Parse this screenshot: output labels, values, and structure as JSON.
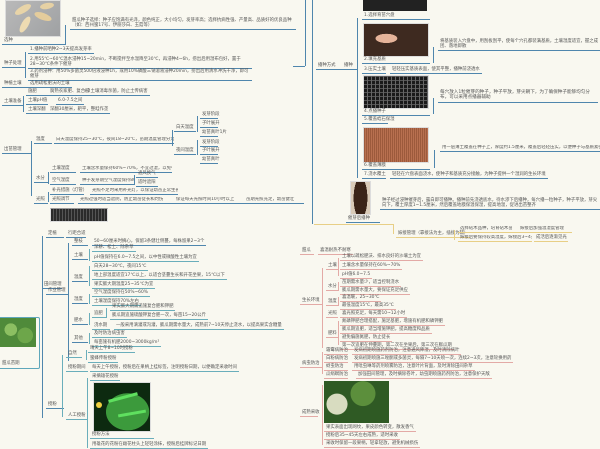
{
  "seed": {
    "label": "选种",
    "text": "甜瓜种子选择：种子应饱满有光泽，颜色纯正，大小均匀，发芽率高；选择抗病性强、产量高、品质好的优良品种（如：西州蜜17号、伊丽莎白、玉菇等）"
  },
  "treatment": {
    "label": "种子处理",
    "items": [
      "1.播种前晒种2~3天提高发芽率",
      "2.用55℃~60℃温水浸种15~20min，不断搅拌至水温降至30℃，再浸种4~6h，捞出后用湿布包好，置于28~30℃条件下催芽",
      "3.药剂浸种：用50%多菌灵500倍液浸种1h，或用10%磷酸三钠溶液浸种20min，捞出后用清水冲洗干净，即可催芽"
    ]
  },
  "soil_type": {
    "label": "种植土壤",
    "text": "选用疏松肥沃的土壤"
  },
  "soil_prep": {
    "label": "土壤准备",
    "rows": [
      {
        "k": "施肥",
        "v": "腐熟农家肥、复合肥",
        "x": "+2土壤消毒杀菌，防止土传病害"
      },
      {
        "k": "土壤pH值",
        "v": "6.0-7.5之间"
      },
      {
        "k": "土壤深翻",
        "v": "深翻30厘米，耙平，整畦作垄"
      }
    ]
  },
  "seedling": {
    "label": "出苗管理",
    "temp": {
      "label": "温度",
      "text": "白天温度保持25~30℃，夜间18~20℃，苗期温度管理分为以下阶段",
      "groups": [
        {
          "label": "白天温度",
          "items": [
            "发芽阶段",
            "子叶展开",
            "幼苗真叶1片"
          ]
        },
        {
          "label": "夜间温度",
          "items": [
            "发芽阶段",
            "子叶展开",
            "幼苗真叶"
          ]
        }
      ]
    },
    "water": {
      "label": "水分",
      "rows": [
        {
          "k": "土壤湿度",
          "v": "土壤含水量保持60%~70%，不宜过湿，以免引起烂种"
        },
        {
          "k": "空气湿度",
          "v": "种子发芽期空气湿度保持80%以上"
        }
      ],
      "subs": [
        "通风换气",
        "适时遮阳"
      ]
    },
    "light": {
      "label": "光照",
      "rows": [
        {
          "k": "补光措施（灯管）",
          "v": "光照不足时采用补光灯，以保证幼苗正常生长发育"
        },
        {
          "k": "光照调节",
          "v": "光照过强时适当遮阴，防止幼苗徒长和灼伤",
          "x": "保证每天光照时间10小时以上",
          "z": "苗期光照充足，幼苗健壮"
        }
      ]
    }
  },
  "field": {
    "label": "田间管理",
    "planting": {
      "k": "定植",
      "v": "行距合适"
    },
    "work": {
      "label": "作业管理",
      "prune": {
        "k": "整枝",
        "v": "50~60厘米时摘心，保留3条健壮侧蔓，每株留果2~3个"
      },
      "soil": {
        "k": "土壤",
        "items": [
          "深耕、松土、除杂草",
          "pH值保持在6.0~7.5之间，以中性或微酸性土壤为宜"
        ]
      },
      "temp": {
        "k": "温度",
        "items": [
          "白天28~30℃，夜间15℃",
          "地上部温度适宜17℃以上，以适合茎蔓生长和开花坐果，15℃以下",
          "果实膨大期温度25~35℃为宜"
        ]
      },
      "humid": {
        "k": "湿度",
        "items": [
          "空气湿度保持在50%~60%",
          "土壤湿度保持70%左右"
        ]
      },
      "fert": {
        "k": "肥水",
        "sub1": "追肥",
        "items1": [
          "果实膨大期需追施复合肥和钾肥",
          "膨瓜期追施硫酸钾复合肥一次，每亩15~20公斤"
        ],
        "sub2": "浇水期",
        "v2": "一般采用滴灌或沟灌，膨瓜期需水量大，成熟前7~10天停止浇水，以提高果实含糖量"
      },
      "other": {
        "k": "其他",
        "items": [
          "及时防治病虫害",
          "每亩施有机肥2000~3000kg/m²"
        ]
      }
    },
    "pollination": {
      "label": "授粉",
      "natural": {
        "k": "自然",
        "items": [
          "晴天上午8~10时授粉",
          "蜜蜂传粉授粉"
        ]
      },
      "period": {
        "k": "授粉期间",
        "v": "每天上午授粉，授粉后在果柄上挂标签，注明授粉日期，以便确定采收时间"
      },
      "manual": {
        "k": "人工授粉",
        "top": "采摘雄花授粉",
        "caption": "授粉方法",
        "bottom": "用雄花的花粉在雌花柱头上轻轻涂抹，授粉后挂牌标记日期"
      }
    },
    "leaves_caption": "甜瓜苗期"
  },
  "sowing": {
    "label": "播种方式",
    "sub": "播种",
    "steps": [
      "1.选择育苗穴盘",
      "2.填充基质",
      "3.压实土壤",
      "4.点播种子",
      "5.覆盖蛭石保湿",
      "6.覆盖薄膜",
      "7.浇水覆土"
    ],
    "notes": [
      "将基质装入穴盘中，用刮板刮平，使每个穴孔都装满基质，土壤湿度适宜，握之成团、落地即散",
      "每穴放入1粒催芽的种子，种子平放，芽尖朝下，为了确保种子能够均匀分布，可以采用点播器辅助",
      "用一层薄土覆盖在种子上，厚度约1.5厘米，覆盖后轻轻压实，以便种子与基质紧密结合"
    ],
    "step3_note": "轻轻压实基质表面，使其平整，播种前浇透水",
    "step7_note": "轻轻在穴盘表面浇水，使种子和基质充分接触，为种子提供一个湿润的生长环境",
    "germ_caption": "催芽后播种",
    "germ_text": "种子经过浸种催芽后，露白即可播种。播种前先浇透底水，待水渗下后播种，每穴播一粒种子，种子平放，芽尖向下，覆土厚度1~1.5厘米，然后覆盖地膜保温保湿，提高地温，促进出苗整齐"
  },
  "grafting": {
    "label": "嫁接管理（靠接法为主，插接为辅）",
    "items": [
      {
        "k": "选择砧木品种，培育砧木苗",
        "v": "嫁接后加强温湿度管理"
      },
      {
        "k": "嫁接后要保持较高湿度，嫁接后3~4天内遮阴",
        "v": "成活后逐渐见光"
      }
    ]
  },
  "env": {
    "title": "甜瓜",
    "title_note": "喜温耐热不耐寒",
    "growth": {
      "label": "生长环境",
      "soil": {
        "k": "土壤",
        "items": [
          "土壤以疏松肥沃、排水良好的沙壤土为宜",
          "土壤含水量保持在60%~70%",
          "pH值6.0~7.5"
        ]
      },
      "water": {
        "k": "水分",
        "items": [
          "苗期需水量少，适当控制浇水",
          "膨瓜期需水量大，要保证充足供应"
        ]
      },
      "temp": {
        "k": "温度",
        "items": [
          "喜温暖，25~30℃",
          "最低温度15℃，最高35℃"
        ]
      },
      "light": {
        "k": "光照",
        "items": [
          "喜光照充足，每天需10~12小时"
        ]
      },
      "fert": {
        "k": "肥料",
        "items": [
          "氮磷钾肥合理搭配，施足基肥，增施有机肥和磷钾肥",
          "膨瓜期追肥，适当增施钾肥，提高糖度和品质",
          "避免偏施氮肥，防止徒长",
          "第一次追肥在伸蔓期，第二次在坐果后，第三次在膨瓜期"
        ]
      }
    },
    "pest": {
      "label": "病虫防治",
      "rows": [
        {
          "k": "霜霉病防治",
          "v": "发病初期喷施药剂防治，注意通风降湿，及时清除病叶"
        },
        {
          "k": "白粉病防治",
          "v": "发病初期喷施三唑酮或多菌灵，每隔7~10天喷一次，连续2~3次，注意轮换用药"
        },
        {
          "k": "蚜虫防治",
          "v": "用吡虫啉等药剂喷雾防治，注意叶片背面，及时清除田间杂草"
        },
        {
          "k": "瓜绢螟防治",
          "v": "加强田间管理，及时摘除卷叶，幼虫期喷施药剂防治，注意保护天敌"
        }
      ]
    },
    "harvest": {
      "label": "成熟采收",
      "items": [
        "果实表面出现网纹，果皮颜色转变，散发香气",
        "授粉后35~45天左右成熟，适时采收",
        "采收时保留一段果柄，轻拿轻放，避免机械损伤"
      ]
    }
  }
}
